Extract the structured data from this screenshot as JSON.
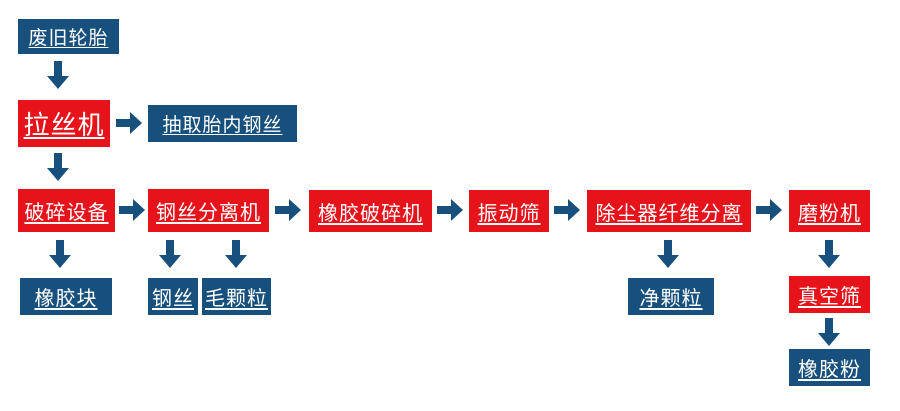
{
  "colors": {
    "process_box": "#e7131a",
    "output_box": "#17507d",
    "arrow": "#17507d",
    "box_text": "#ffffff",
    "background": "#ffffff"
  },
  "nodes": {
    "waste_tire": {
      "label": "废旧轮胎"
    },
    "wire_drawing_machine": {
      "label": "拉丝机"
    },
    "extract_inner_wire": {
      "label": "抽取胎内钢丝"
    },
    "crushing_equipment": {
      "label": "破碎设备"
    },
    "wire_separator": {
      "label": "钢丝分离机"
    },
    "rubber_crusher": {
      "label": "橡胶破碎机"
    },
    "vibrating_screen": {
      "label": "振动筛"
    },
    "dust_fiber_separator": {
      "label": "除尘器纤维分离"
    },
    "grinding_machine": {
      "label": "磨粉机"
    },
    "rubber_block": {
      "label": "橡胶块"
    },
    "steel_wire": {
      "label": "钢丝"
    },
    "coarse_granules": {
      "label": "毛颗粒"
    },
    "clean_granules": {
      "label": "净颗粒"
    },
    "vacuum_screen": {
      "label": "真空筛"
    },
    "rubber_powder": {
      "label": "橡胶粉"
    }
  }
}
